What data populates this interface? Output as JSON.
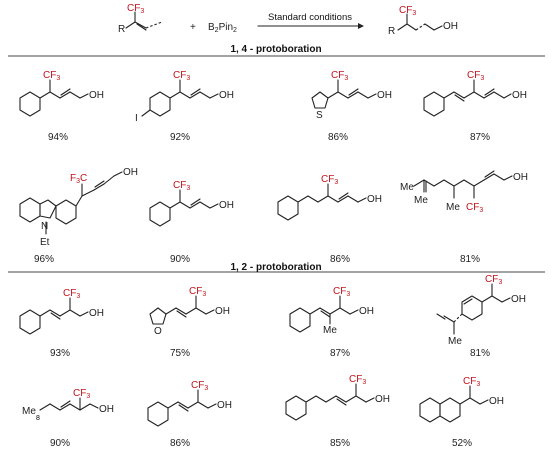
{
  "reaction": {
    "substrate_r": "R",
    "cf3": "CF",
    "cf3_sub": "3",
    "plus": "+",
    "reagent_b": "B",
    "reagent_sub1": "2",
    "reagent_pin": "Pin",
    "reagent_sub2": "2",
    "conditions": "Standard conditions",
    "product_r": "R",
    "oh": "OH"
  },
  "sections": [
    {
      "title": "1, 4 - protoboration"
    },
    {
      "title": "1, 2 - protoboration"
    }
  ],
  "products_14": [
    {
      "yield": "94%"
    },
    {
      "yield": "92%"
    },
    {
      "yield": "86%"
    },
    {
      "yield": "87%"
    },
    {
      "yield": "96%"
    },
    {
      "yield": "90%"
    },
    {
      "yield": "86%"
    },
    {
      "yield": "81%"
    }
  ],
  "products_12": [
    {
      "yield": "93%"
    },
    {
      "yield": "75%"
    },
    {
      "yield": "87%"
    },
    {
      "yield": "81%"
    },
    {
      "yield": "90%"
    },
    {
      "yield": "86%"
    },
    {
      "yield": "85%"
    },
    {
      "yield": "52%"
    }
  ],
  "atoms": {
    "iodo": "I",
    "sulfur": "S",
    "oxygen": "O",
    "nitrogen": "N",
    "ethyl": "Et",
    "methyl": "Me",
    "f3c": "F",
    "f3c_sub": "3",
    "f3c_c": "C",
    "alkyl_chain_sub": "8"
  },
  "colors": {
    "cf3": "#c0141e",
    "bond": "#222222",
    "divider": "#444444"
  }
}
